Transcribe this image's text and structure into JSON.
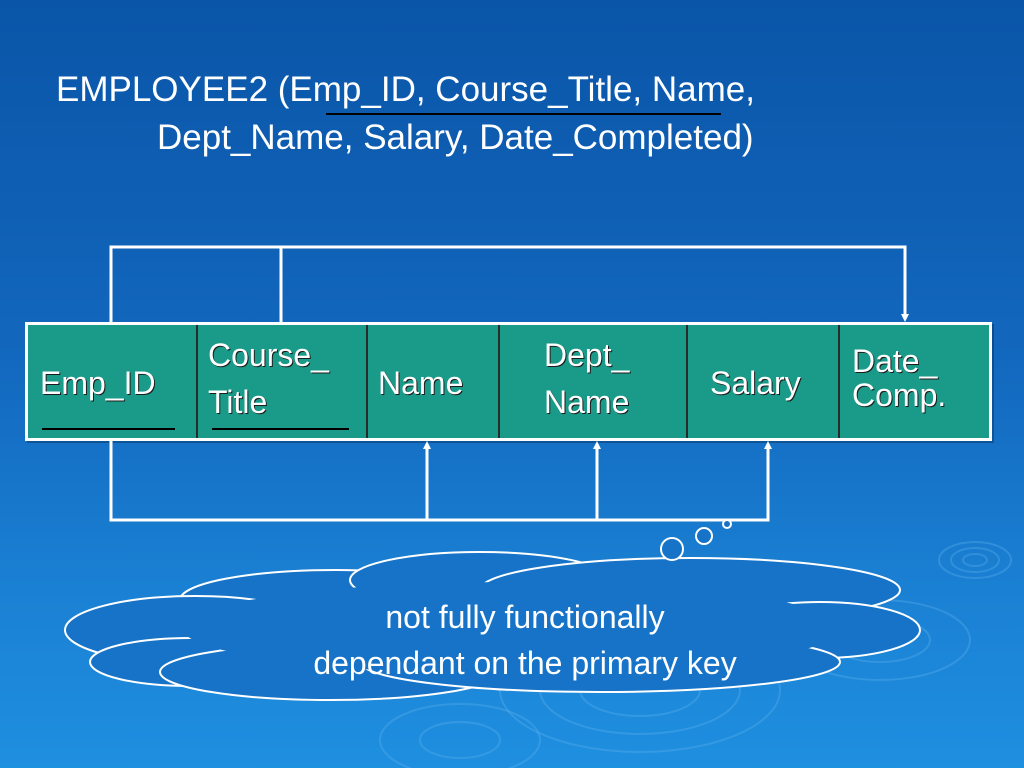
{
  "slide": {
    "title_line1": "EMPLOYEE2 (Emp_ID, Course_Title, Name,",
    "title_line2": "Dept_Name, Salary, Date_Completed)"
  },
  "relation": {
    "columns": [
      {
        "line1": "Emp_ID",
        "line2": "",
        "primary_key": true
      },
      {
        "line1": "Course_",
        "line2": "Title",
        "primary_key": true
      },
      {
        "line1": "Name",
        "line2": "",
        "primary_key": false
      },
      {
        "line1": "Dept_",
        "line2": "Name",
        "primary_key": false
      },
      {
        "line1": "Salary",
        "line2": "",
        "primary_key": false
      },
      {
        "line1": "Date_",
        "line2": "Comp.",
        "primary_key": false
      }
    ]
  },
  "annotation": {
    "line1": "not fully functionally",
    "line2": "dependant on the primary key"
  },
  "colors": {
    "background_top": "#0a55a8",
    "background_bottom": "#1f8fe0",
    "table_fill": "#1a9a88",
    "lines": "#ffffff",
    "text": "#ffffff"
  }
}
